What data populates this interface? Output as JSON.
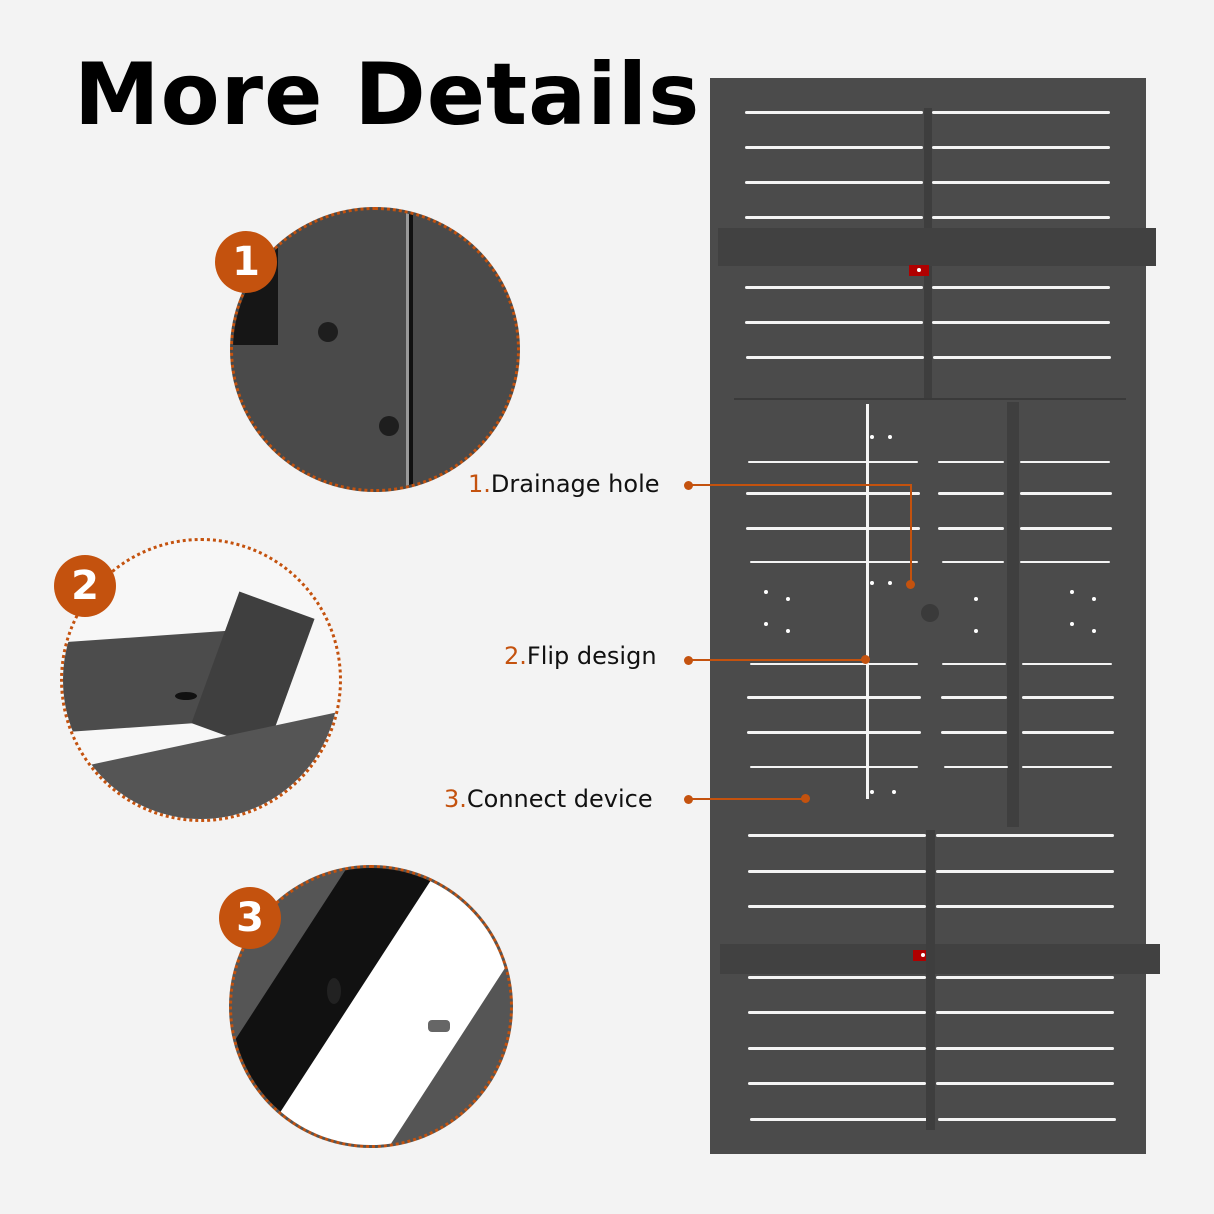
{
  "header": {
    "title": "More Details"
  },
  "details": [
    {
      "number": "1",
      "label_num": "1.",
      "label_text": "Drainage hole"
    },
    {
      "number": "2",
      "label_num": "2.",
      "label_text": "Flip design"
    },
    {
      "number": "3",
      "label_num": "3.",
      "label_text": "Connect device"
    }
  ],
  "colors": {
    "accent": "#c4520e",
    "table": "#4b4b4b",
    "background": "#f3f3f3",
    "marker": "#b00000"
  }
}
